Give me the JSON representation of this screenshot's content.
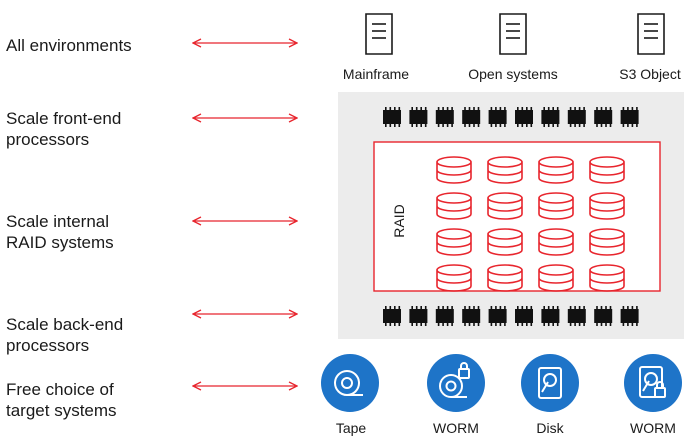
{
  "rows": [
    {
      "id": "environments",
      "line1": "All environments",
      "line2": ""
    },
    {
      "id": "front-end",
      "line1": "Scale front-end",
      "line2": "processors"
    },
    {
      "id": "raid",
      "line1": "Scale internal",
      "line2": "RAID systems"
    },
    {
      "id": "back-end",
      "line1": "Scale back-end",
      "line2": "processors"
    },
    {
      "id": "targets",
      "line1": "Free choice of",
      "line2": "target systems"
    }
  ],
  "servers": [
    {
      "label": "Mainframe",
      "icon": "server-icon"
    },
    {
      "label": "Open systems",
      "icon": "server-icon"
    },
    {
      "label": "S3 Object",
      "icon": "server-icon"
    }
  ],
  "raid": {
    "label": "RAID",
    "rows": 4,
    "cols": 4
  },
  "processors": {
    "front_count": 10,
    "back_count": 10
  },
  "targets": [
    {
      "label": "Tape",
      "icon": "tape-icon"
    },
    {
      "label": "WORM",
      "icon": "worm-tape-icon"
    },
    {
      "label": "Disk",
      "icon": "disk-icon"
    },
    {
      "label": "WORM",
      "icon": "worm-disk-icon"
    }
  ],
  "colors": {
    "accent_red": "#e8252d",
    "target_blue": "#1e74c8",
    "panel_gray": "#ececec",
    "chip_black": "#111111",
    "text": "#1a1a1a"
  }
}
